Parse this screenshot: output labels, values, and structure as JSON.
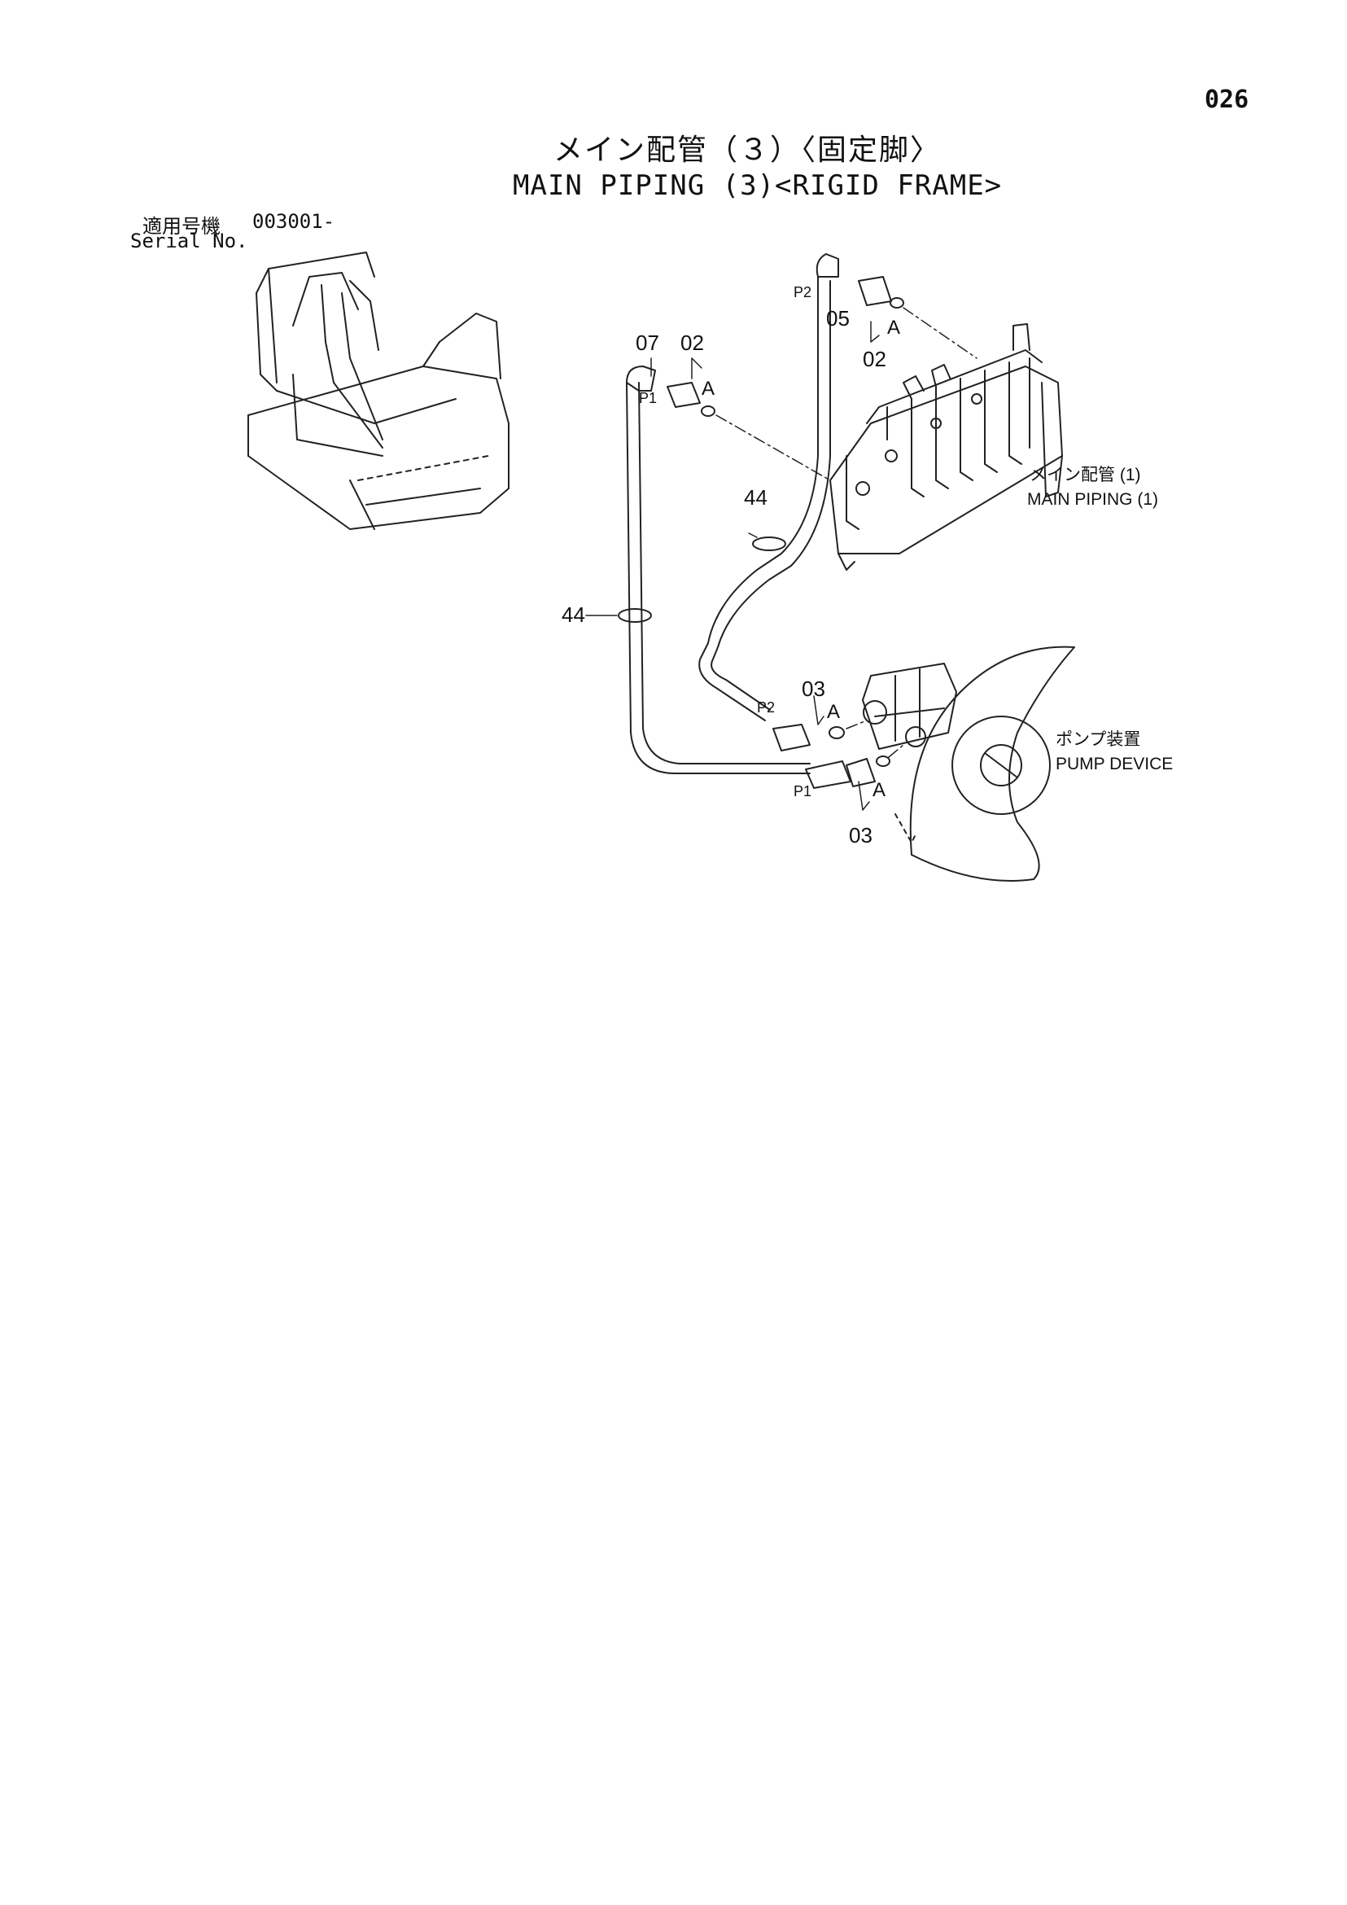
{
  "page_number": "026",
  "title": {
    "japanese": "メイン配管（３）〈固定脚〉",
    "english": "MAIN PIPING (3)<RIGID FRAME>"
  },
  "serial": {
    "label_jp": "適用号機",
    "number": "003001-",
    "label_en": "Serial No."
  },
  "callouts": {
    "part_07": "07",
    "part_02_left": "02",
    "part_02_right": "02",
    "part_05": "05",
    "part_44_upper": "44",
    "part_44_left": "44",
    "part_03_upper": "03",
    "part_03_lower": "03",
    "port_a_1": "A",
    "port_a_2": "A",
    "port_a_3": "A",
    "port_a_4": "A",
    "p1_top": "P1",
    "p2_top": "P2",
    "p2_bottom": "P2",
    "p1_bottom": "P1"
  },
  "references": {
    "main_piping_jp": "メイン配管 (1)",
    "main_piping_en": "MAIN PIPING  (1)",
    "pump_jp": "ポンプ装置",
    "pump_en": "PUMP DEVICE"
  }
}
